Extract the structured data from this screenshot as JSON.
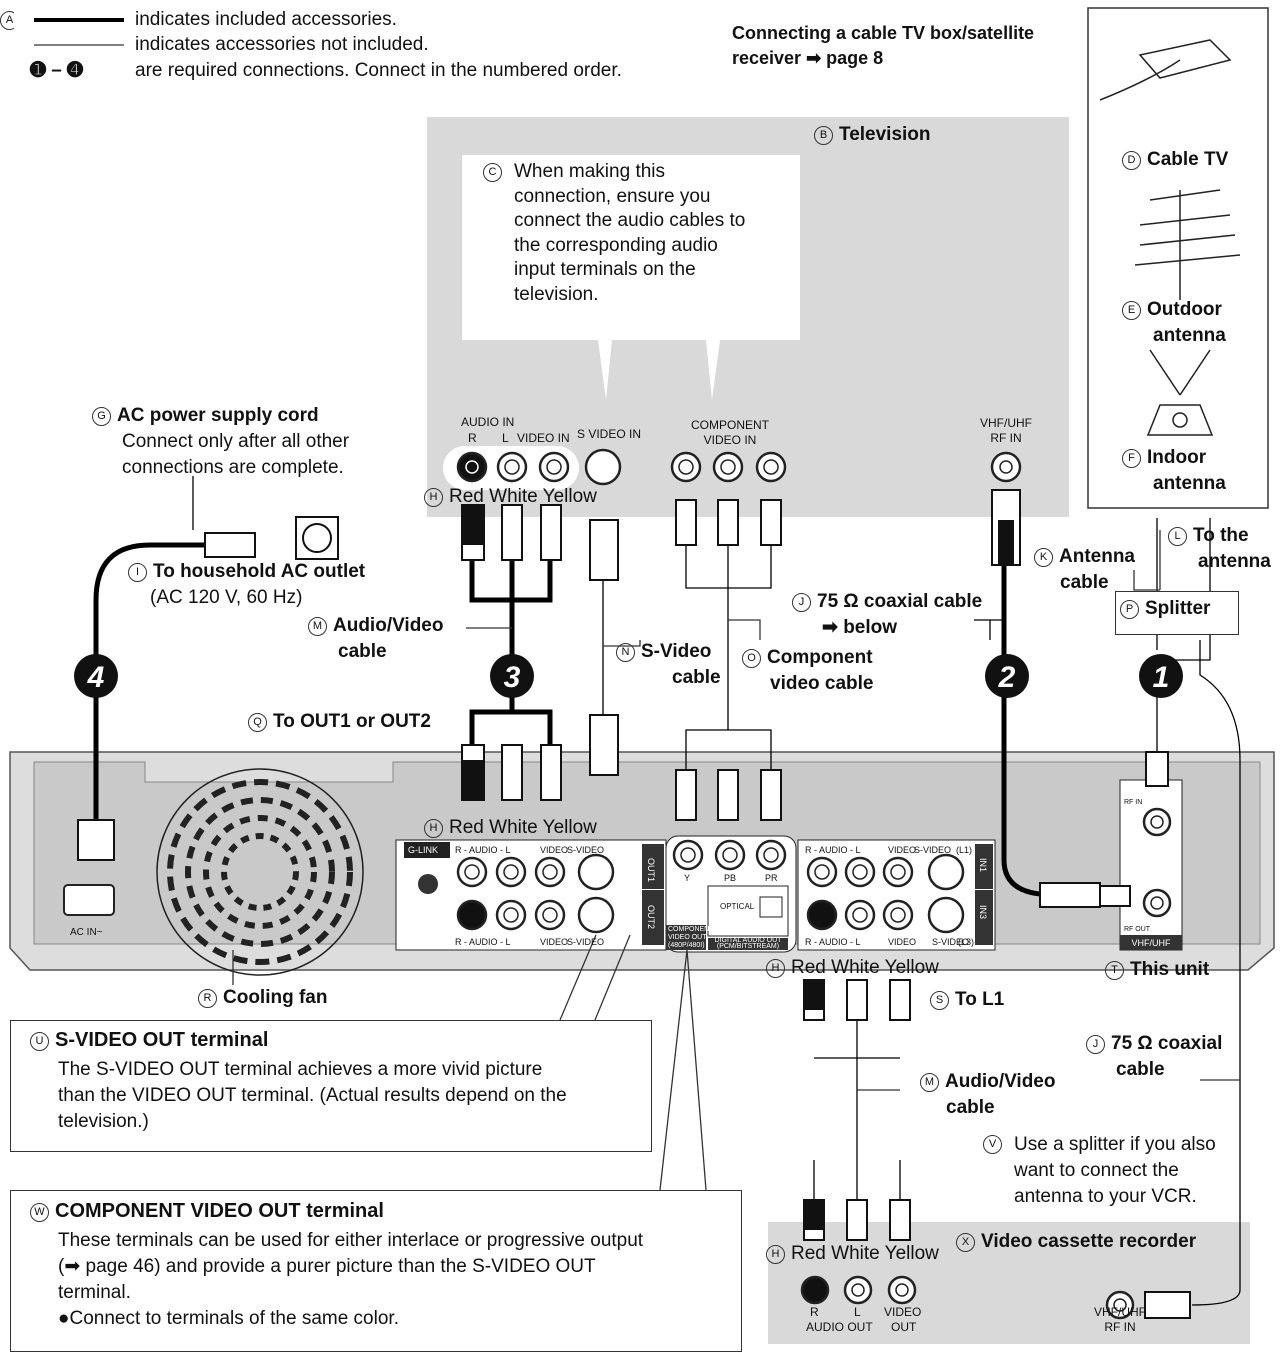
{
  "legend": {
    "marker": "A",
    "included": "indicates included accessories.",
    "not_included": "indicates accessories not included.",
    "numbers": "➊ – ➍",
    "numbers_desc": "are required connections. Connect in the numbered order."
  },
  "header": {
    "line1": "Connecting a cable TV box/satellite",
    "line2": "receiver ➡ page 8"
  },
  "television": {
    "marker": "B",
    "label": "Television"
  },
  "note_c": {
    "marker": "C",
    "lines": [
      "When making this",
      "connection, ensure you",
      "connect the audio cables to",
      "the corresponding audio",
      "input terminals on the",
      "television."
    ]
  },
  "sources": {
    "cable": {
      "marker": "D",
      "label": "Cable TV"
    },
    "outdoor": {
      "marker": "E",
      "label1": "Outdoor",
      "label2": "antenna"
    },
    "indoor": {
      "marker": "F",
      "label1": "Indoor",
      "label2": "antenna"
    }
  },
  "ac_cord": {
    "marker": "G",
    "label": "AC power supply cord",
    "note1": "Connect only after all other",
    "note2": "connections are complete."
  },
  "tv_terminals": {
    "audio_in": "AUDIO IN",
    "r": "R",
    "l": "L",
    "video_in": "VIDEO IN",
    "s_video_in": "S VIDEO IN",
    "component1": "COMPONENT",
    "component2": "VIDEO IN",
    "rf1": "VHF/UHF",
    "rf2": "RF IN"
  },
  "colors_label": {
    "marker": "H",
    "text": "Red White Yellow"
  },
  "outlet": {
    "marker": "I",
    "label": "To household AC outlet",
    "spec": "(AC 120 V, 60 Hz)"
  },
  "coax": {
    "marker": "J",
    "label": "75 Ω coaxial cable",
    "sub": "➡ below",
    "label2a": "75 Ω coaxial",
    "label2b": "cable"
  },
  "antenna_cable": {
    "marker": "K",
    "l1": "Antenna",
    "l2": "cable"
  },
  "to_antenna": {
    "marker": "L",
    "l1": "To the",
    "l2": "antenna"
  },
  "av_cable": {
    "marker": "M",
    "l1": "Audio/Video",
    "l2": "cable"
  },
  "svideo_cable": {
    "marker": "N",
    "l1": "S-Video",
    "l2": "cable"
  },
  "component_cable": {
    "marker": "O",
    "l1": "Component",
    "l2": "video cable"
  },
  "splitter": {
    "marker": "P",
    "label": "Splitter"
  },
  "to_out": {
    "marker": "Q",
    "label": "To OUT1 or OUT2"
  },
  "fan": {
    "marker": "R",
    "label": "Cooling fan"
  },
  "to_l1": {
    "marker": "S",
    "label": "To L1"
  },
  "this_unit": {
    "marker": "T",
    "label": "This unit"
  },
  "svideo_box": {
    "marker": "U",
    "title": "S-VIDEO OUT terminal",
    "lines": [
      "The S-VIDEO OUT terminal achieves a more vivid picture",
      "than the VIDEO OUT terminal. (Actual results depend on the",
      "television.)"
    ]
  },
  "splitter_note": {
    "marker": "V",
    "lines": [
      "Use a splitter if you also",
      "want to connect the",
      "antenna to your VCR."
    ]
  },
  "component_box": {
    "marker": "W",
    "title": "COMPONENT VIDEO OUT terminal",
    "lines": [
      "These terminals can be used for either interlace or progressive output",
      "(➡ page 46) and provide a purer picture than the S-VIDEO OUT",
      "terminal.",
      "●Connect to terminals of the same color."
    ]
  },
  "vcr": {
    "marker": "X",
    "label": "Video cassette recorder",
    "r": "R",
    "audio_out": "AUDIO OUT",
    "l": "L",
    "video": "VIDEO",
    "out": "OUT",
    "rf1": "VHF/UHF",
    "rf2": "RF IN"
  },
  "steps": [
    "1",
    "2",
    "3",
    "4"
  ],
  "unit_panel": {
    "ac_in": "AC IN~",
    "g_link": "G-LINK",
    "out_audio": "R - AUDIO - L",
    "out_video": "VIDEO",
    "out_svideo": "S-VIDEO",
    "out1": "OUT1",
    "out2": "OUT2",
    "comp_y": "Y",
    "comp_pb": "PB",
    "comp_pr": "PR",
    "comp_label1": "COMPONENT",
    "comp_label2": "VIDEO OUT",
    "comp_label3": "(480P/480I)",
    "optical": "OPTICAL",
    "digital1": "DIGITAL AUDIO OUT",
    "digital2": "(PCM/BITSTREAM)",
    "in_audio": "R - AUDIO - L",
    "in_video": "VIDEO",
    "in_svideo": "S-VIDEO",
    "l1": "(L1)",
    "l3": "(L3)",
    "in1": "IN1",
    "in3": "IN3",
    "rf_in": "RF IN",
    "rf_out": "RF OUT",
    "vhf_uhf": "VHF/UHF"
  }
}
